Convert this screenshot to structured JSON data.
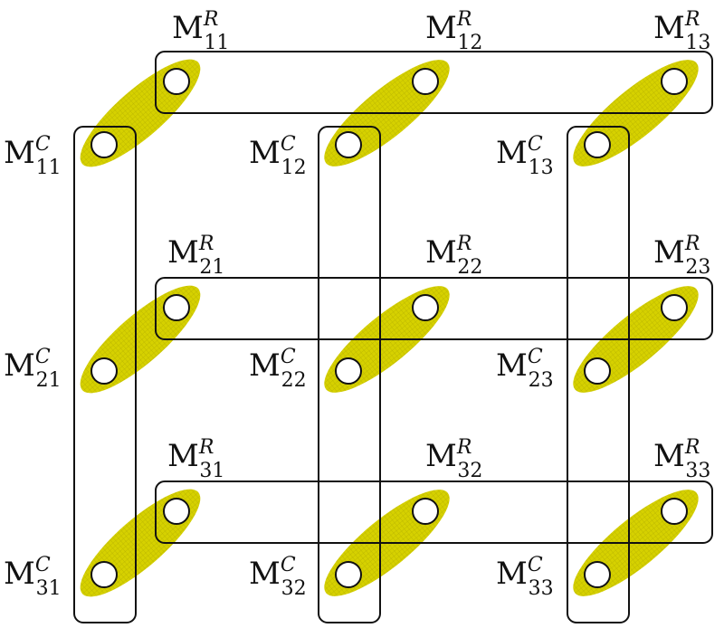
{
  "colors": {
    "ellipse_fill": "#d6d100",
    "ellipse_hatch": "#b9b400",
    "box_stroke": "#111111",
    "node_fill": "#ffffff",
    "text": "#111111"
  },
  "rows": [
    {
      "label": {
        "base": "M",
        "sup": "R",
        "sub": "11"
      }
    },
    {
      "label": {
        "base": "M",
        "sup": "R",
        "sub": "21"
      }
    },
    {
      "label": {
        "base": "M",
        "sup": "R",
        "sub": "31"
      }
    }
  ],
  "row_labels": [
    [
      {
        "base": "M",
        "sup": "R",
        "sub": "11"
      },
      {
        "base": "M",
        "sup": "R",
        "sub": "12"
      },
      {
        "base": "M",
        "sup": "R",
        "sub": "13"
      }
    ],
    [
      {
        "base": "M",
        "sup": "R",
        "sub": "21"
      },
      {
        "base": "M",
        "sup": "R",
        "sub": "22"
      },
      {
        "base": "M",
        "sup": "R",
        "sub": "23"
      }
    ],
    [
      {
        "base": "M",
        "sup": "R",
        "sub": "31"
      },
      {
        "base": "M",
        "sup": "R",
        "sub": "32"
      },
      {
        "base": "M",
        "sup": "R",
        "sub": "33"
      }
    ]
  ],
  "col_labels": [
    [
      {
        "base": "M",
        "sup": "C",
        "sub": "11"
      },
      {
        "base": "M",
        "sup": "C",
        "sub": "12"
      },
      {
        "base": "M",
        "sup": "C",
        "sub": "13"
      }
    ],
    [
      {
        "base": "M",
        "sup": "C",
        "sub": "21"
      },
      {
        "base": "M",
        "sup": "C",
        "sub": "22"
      },
      {
        "base": "M",
        "sup": "C",
        "sub": "23"
      }
    ],
    [
      {
        "base": "M",
        "sup": "C",
        "sub": "31"
      },
      {
        "base": "M",
        "sup": "C",
        "sub": "32"
      },
      {
        "base": "M",
        "sup": "C",
        "sub": "33"
      }
    ]
  ]
}
